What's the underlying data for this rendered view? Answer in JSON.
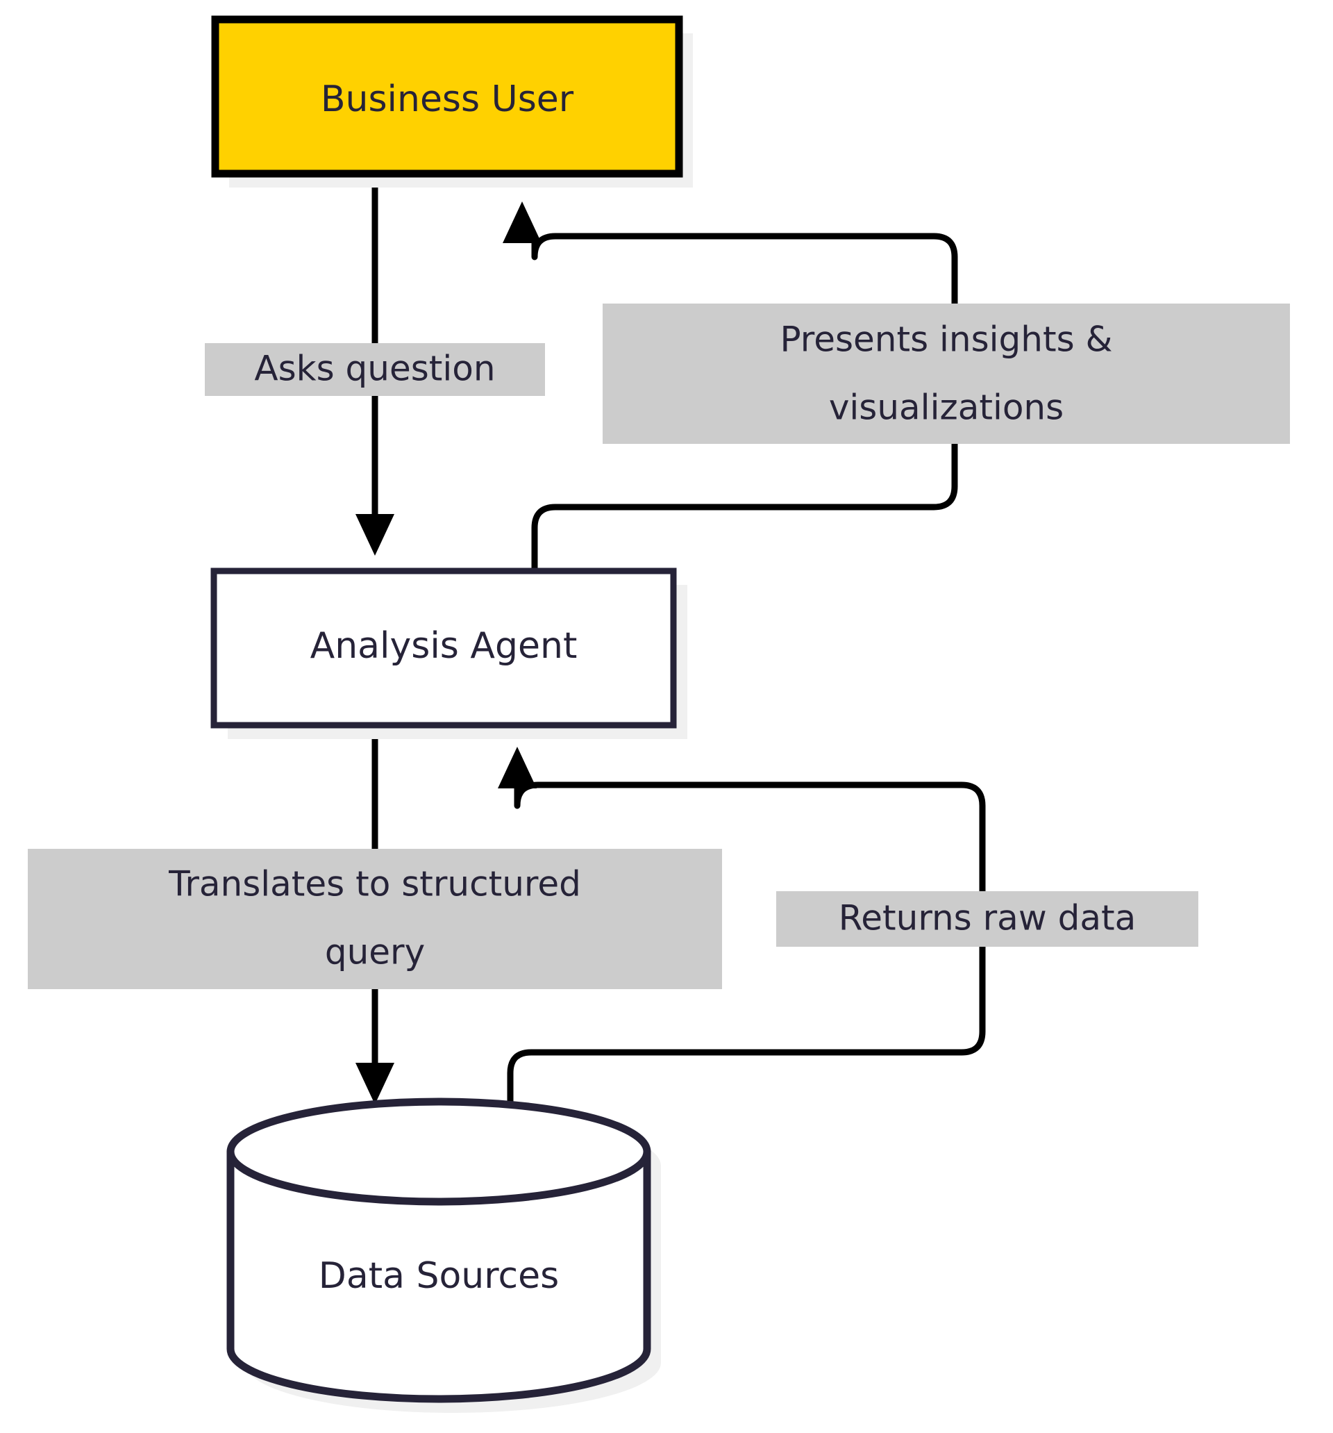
{
  "diagram": {
    "type": "flowchart",
    "title": "Business User analysis agent data flow",
    "colors": {
      "accent": "#FFD100",
      "node_stroke": "#262338",
      "text": "#262338",
      "edge": "#000000",
      "label_bg": "#cccccc",
      "shadow": "#f0f0f0",
      "background": "#ffffff"
    },
    "nodes": [
      {
        "id": "business-user",
        "label": "Business User",
        "shape": "rect",
        "fill": "#FFD100",
        "stroke": "#000000"
      },
      {
        "id": "analysis-agent",
        "label": "Analysis Agent",
        "shape": "rect",
        "fill": "#ffffff",
        "stroke": "#262338"
      },
      {
        "id": "data-sources",
        "label": "Data Sources",
        "shape": "cylinder",
        "fill": "#ffffff",
        "stroke": "#262338"
      }
    ],
    "edges": [
      {
        "id": "edge-asks-question",
        "from": "business-user",
        "to": "analysis-agent",
        "label_lines": [
          "Asks question"
        ]
      },
      {
        "id": "edge-presents",
        "from": "analysis-agent",
        "to": "business-user",
        "label_lines": [
          "Presents insights &",
          "visualizations"
        ]
      },
      {
        "id": "edge-translates",
        "from": "analysis-agent",
        "to": "data-sources",
        "label_lines": [
          "Translates to structured",
          "query"
        ]
      },
      {
        "id": "edge-returns",
        "from": "data-sources",
        "to": "analysis-agent",
        "label_lines": [
          "Returns raw data"
        ]
      }
    ]
  }
}
